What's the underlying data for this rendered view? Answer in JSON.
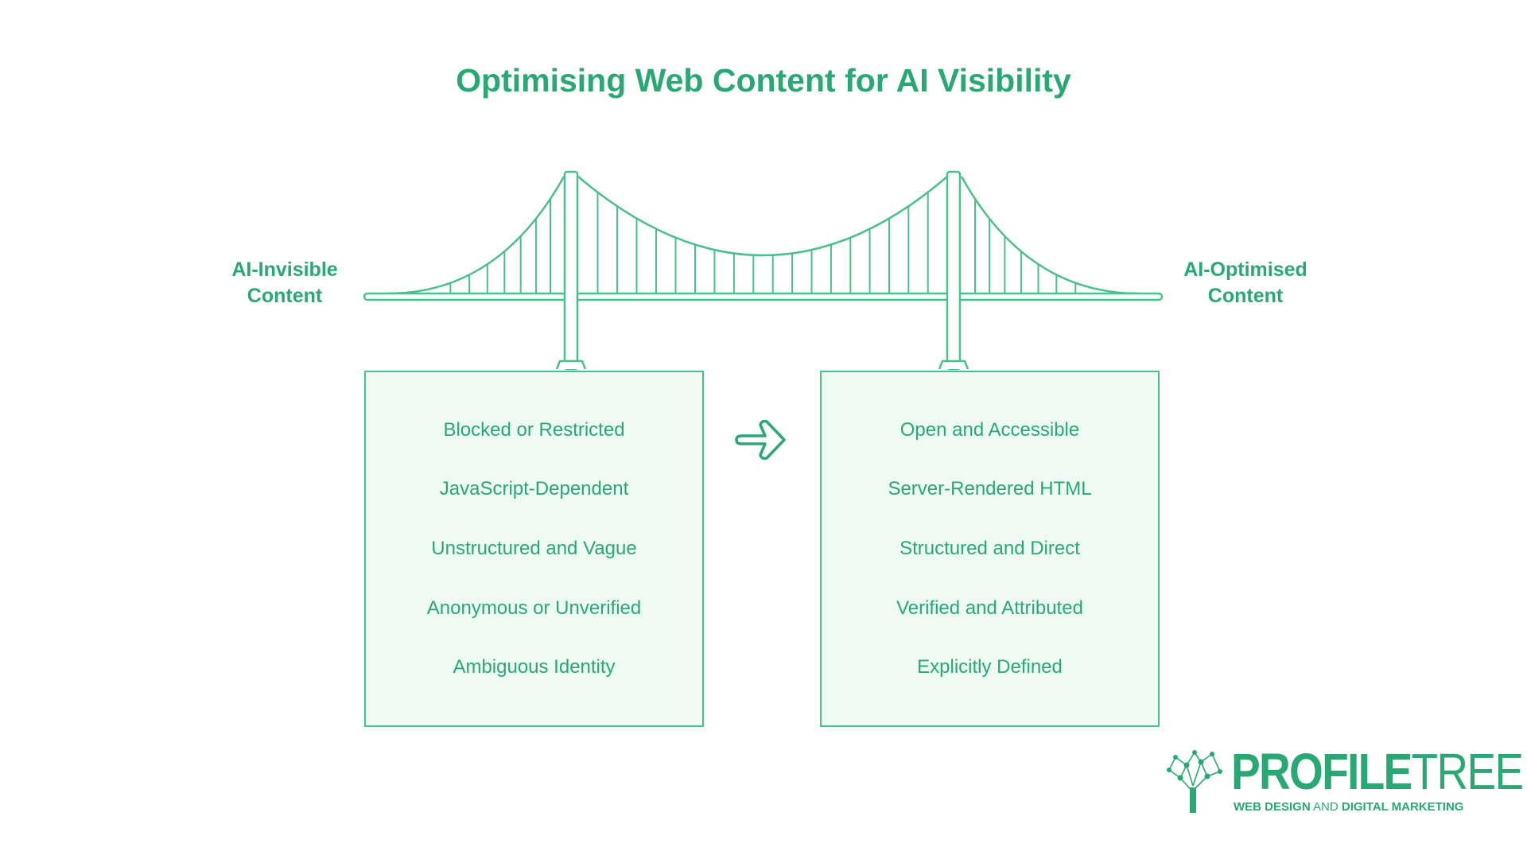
{
  "title": "Optimising Web Content for AI Visibility",
  "left_label": {
    "line1": "AI-Invisible",
    "line2": "Content"
  },
  "right_label": {
    "line1": "AI-Optimised",
    "line2": "Content"
  },
  "left_items": [
    "Blocked or Restricted",
    "JavaScript-Dependent",
    "Unstructured and Vague",
    "Anonymous or Unverified",
    "Ambiguous Identity"
  ],
  "right_items": [
    "Open and Accessible",
    "Server-Rendered HTML",
    "Structured and Direct",
    "Verified and Attributed",
    "Explicitly Defined"
  ],
  "icons": {
    "transition": "arrow-right-icon",
    "bridge": "suspension-bridge-icon",
    "logo": "tree-network-icon"
  },
  "logo": {
    "name_part1": "PROFILE",
    "name_part2": "TREE",
    "tagline_part1": "WEB DESIGN",
    "tagline_part2": " AND ",
    "tagline_part3": "DIGITAL MARKETING"
  },
  "colors": {
    "accent": "#2aa874",
    "box_fill": "#eefaf4",
    "line": "#4bbf8c"
  }
}
